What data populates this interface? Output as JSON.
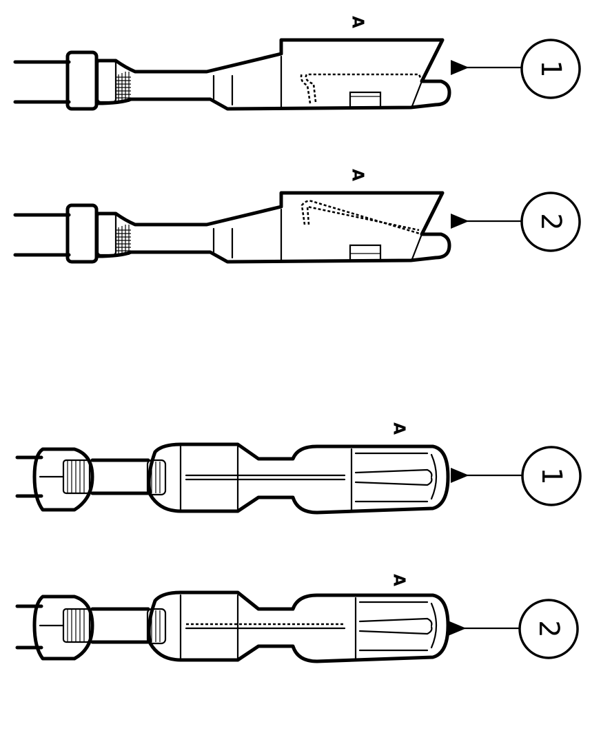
{
  "labels": {
    "view_marker": "A",
    "callout_1": "1",
    "callout_2": "2"
  },
  "colors": {
    "line": "#000000",
    "background": "#ffffff"
  }
}
